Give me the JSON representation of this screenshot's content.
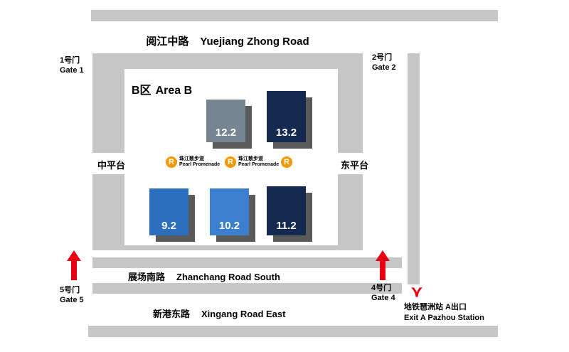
{
  "colors": {
    "road_gray": "#c6c6c6",
    "shadow_gray": "#5a5a5a",
    "hall_slate": "#76858f",
    "hall_navy": "#132950",
    "hall_blue_dark": "#2b6fbe",
    "hall_blue_light": "#3b7fce",
    "promenade_orange": "#f39800",
    "arrow_red": "#e60012"
  },
  "roads": {
    "yuejiang": {
      "zh": "阅江中路",
      "en": "Yuejiang Zhong Road"
    },
    "zhanchang": {
      "zh": "展场南路",
      "en": "Zhanchang Road South"
    },
    "xingang": {
      "zh": "新港东路",
      "en": "Xingang Road East"
    }
  },
  "gates": {
    "gate1": {
      "zh": "1号门",
      "en": "Gate 1"
    },
    "gate2": {
      "zh": "2号门",
      "en": "Gate 2"
    },
    "gate4": {
      "zh": "4号门",
      "en": "Gate 4"
    },
    "gate5": {
      "zh": "5号门",
      "en": "Gate 5"
    }
  },
  "area_b": {
    "zh": "B区",
    "en": "Area B"
  },
  "platforms": {
    "middle": "中平台",
    "east": "东平台"
  },
  "promenade": {
    "badge": "R",
    "zh": "珠江散步道",
    "en": "Pearl Promenade"
  },
  "halls": [
    {
      "id": "12.2"
    },
    {
      "id": "13.2"
    },
    {
      "id": "9.2"
    },
    {
      "id": "10.2"
    },
    {
      "id": "11.2"
    }
  ],
  "metro": {
    "zh": "地铁琶洲站 A出口",
    "en": "Exit A Pazhou Station"
  }
}
